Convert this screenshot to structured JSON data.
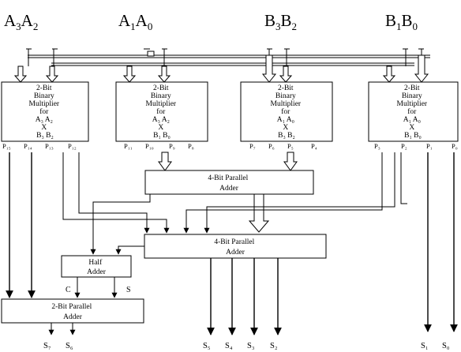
{
  "headers": [
    {
      "main": "A",
      "s1": "3",
      "mid": "A",
      "s2": "2"
    },
    {
      "main": "A",
      "s1": "1",
      "mid": "A",
      "s2": "0"
    },
    {
      "main": "B",
      "s1": "3",
      "mid": "B",
      "s2": "2"
    },
    {
      "main": "B",
      "s1": "1",
      "mid": "B",
      "s2": "0"
    }
  ],
  "multipliers": [
    {
      "lines": [
        "2-Bit",
        "Binary",
        "Multiplier",
        "for",
        "A₃ A₂",
        "X",
        "B₃ B₂"
      ],
      "outputs": [
        "P₁₅",
        "P₁₄",
        "P₁₃",
        "P₁₂"
      ]
    },
    {
      "lines": [
        "2-Bit",
        "Binary",
        "Multiplier",
        "for",
        "A₃ A₂",
        "X",
        "B₁ B₀"
      ],
      "outputs": [
        "P₁₁",
        "P₁₀",
        "P₉",
        "P₈"
      ]
    },
    {
      "lines": [
        "2-Bit",
        "Binary",
        "Multiplier",
        "for",
        "A₁ A₀",
        "X",
        "B₃ B₂"
      ],
      "outputs": [
        "P₇",
        "P₆",
        "P₅",
        "P₄"
      ]
    },
    {
      "lines": [
        "2-Bit",
        "Binary",
        "Multiplier",
        "for",
        "A₁ A₀",
        "X",
        "B₁ B₀"
      ],
      "outputs": [
        "P₃",
        "P₂",
        "P₁",
        "P₀"
      ]
    }
  ],
  "adder_top": [
    "4-Bit Parallel",
    "Adder"
  ],
  "adder_mid": [
    "4-Bit Parallel",
    "Adder"
  ],
  "half_adder": [
    "Half",
    "Adder"
  ],
  "carry_label": "C",
  "sum_label": "S",
  "adder_bottom": [
    "2-Bit Parallel",
    "Adder"
  ],
  "sum_outputs": {
    "s7": "S₇",
    "s6": "S₆",
    "s5": "S₅",
    "s4": "S₄",
    "s3": "S₃",
    "s2": "S₂",
    "s1": "S₁",
    "s0": "S₀"
  }
}
